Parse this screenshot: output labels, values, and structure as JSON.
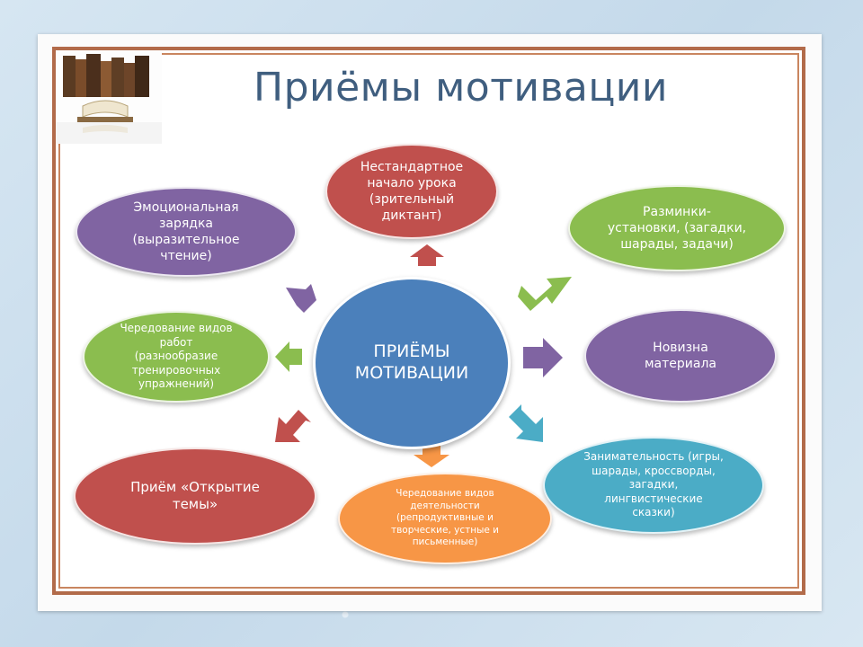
{
  "title": "Приёмы мотивации",
  "center": "ПРИЁМЫ\nМОТИВАЦИИ",
  "nodes": {
    "nonstandard_start": "Нестандартное\nначало урока\n(зрительный\nдиктант)",
    "emotional_charge": "Эмоциональная\nзарядка\n(выразительное\nчтение)",
    "warmups": "Разминки-\nустановки, (загадки,\nшарады, задачи)",
    "work_alternation": "Чередование видов\nработ\n(разнообразие\nтренировочных\nупражнений)",
    "novelty": "Новизна\nматериала",
    "open_topic": "Приём «Открытие\nтемы»",
    "activity_alternation": "Чередование видов\nдеятельности\n(репродуктивные и\nтворческие, устные и\nписьменные)",
    "entertainment": "Занимательность (игры,\nшарады, кроссворды,\nзагадки,\nлингвистические\nсказки)"
  },
  "colors": {
    "red": "#c0504d",
    "purple": "#8064a2",
    "green": "#8bbd4f",
    "blue_center": "#4b80bb",
    "orange": "#f79646",
    "teal": "#4bacc6",
    "title": "#3f5e7f",
    "frame": "#b26b4a"
  },
  "icons": {
    "books": "books-icon"
  }
}
